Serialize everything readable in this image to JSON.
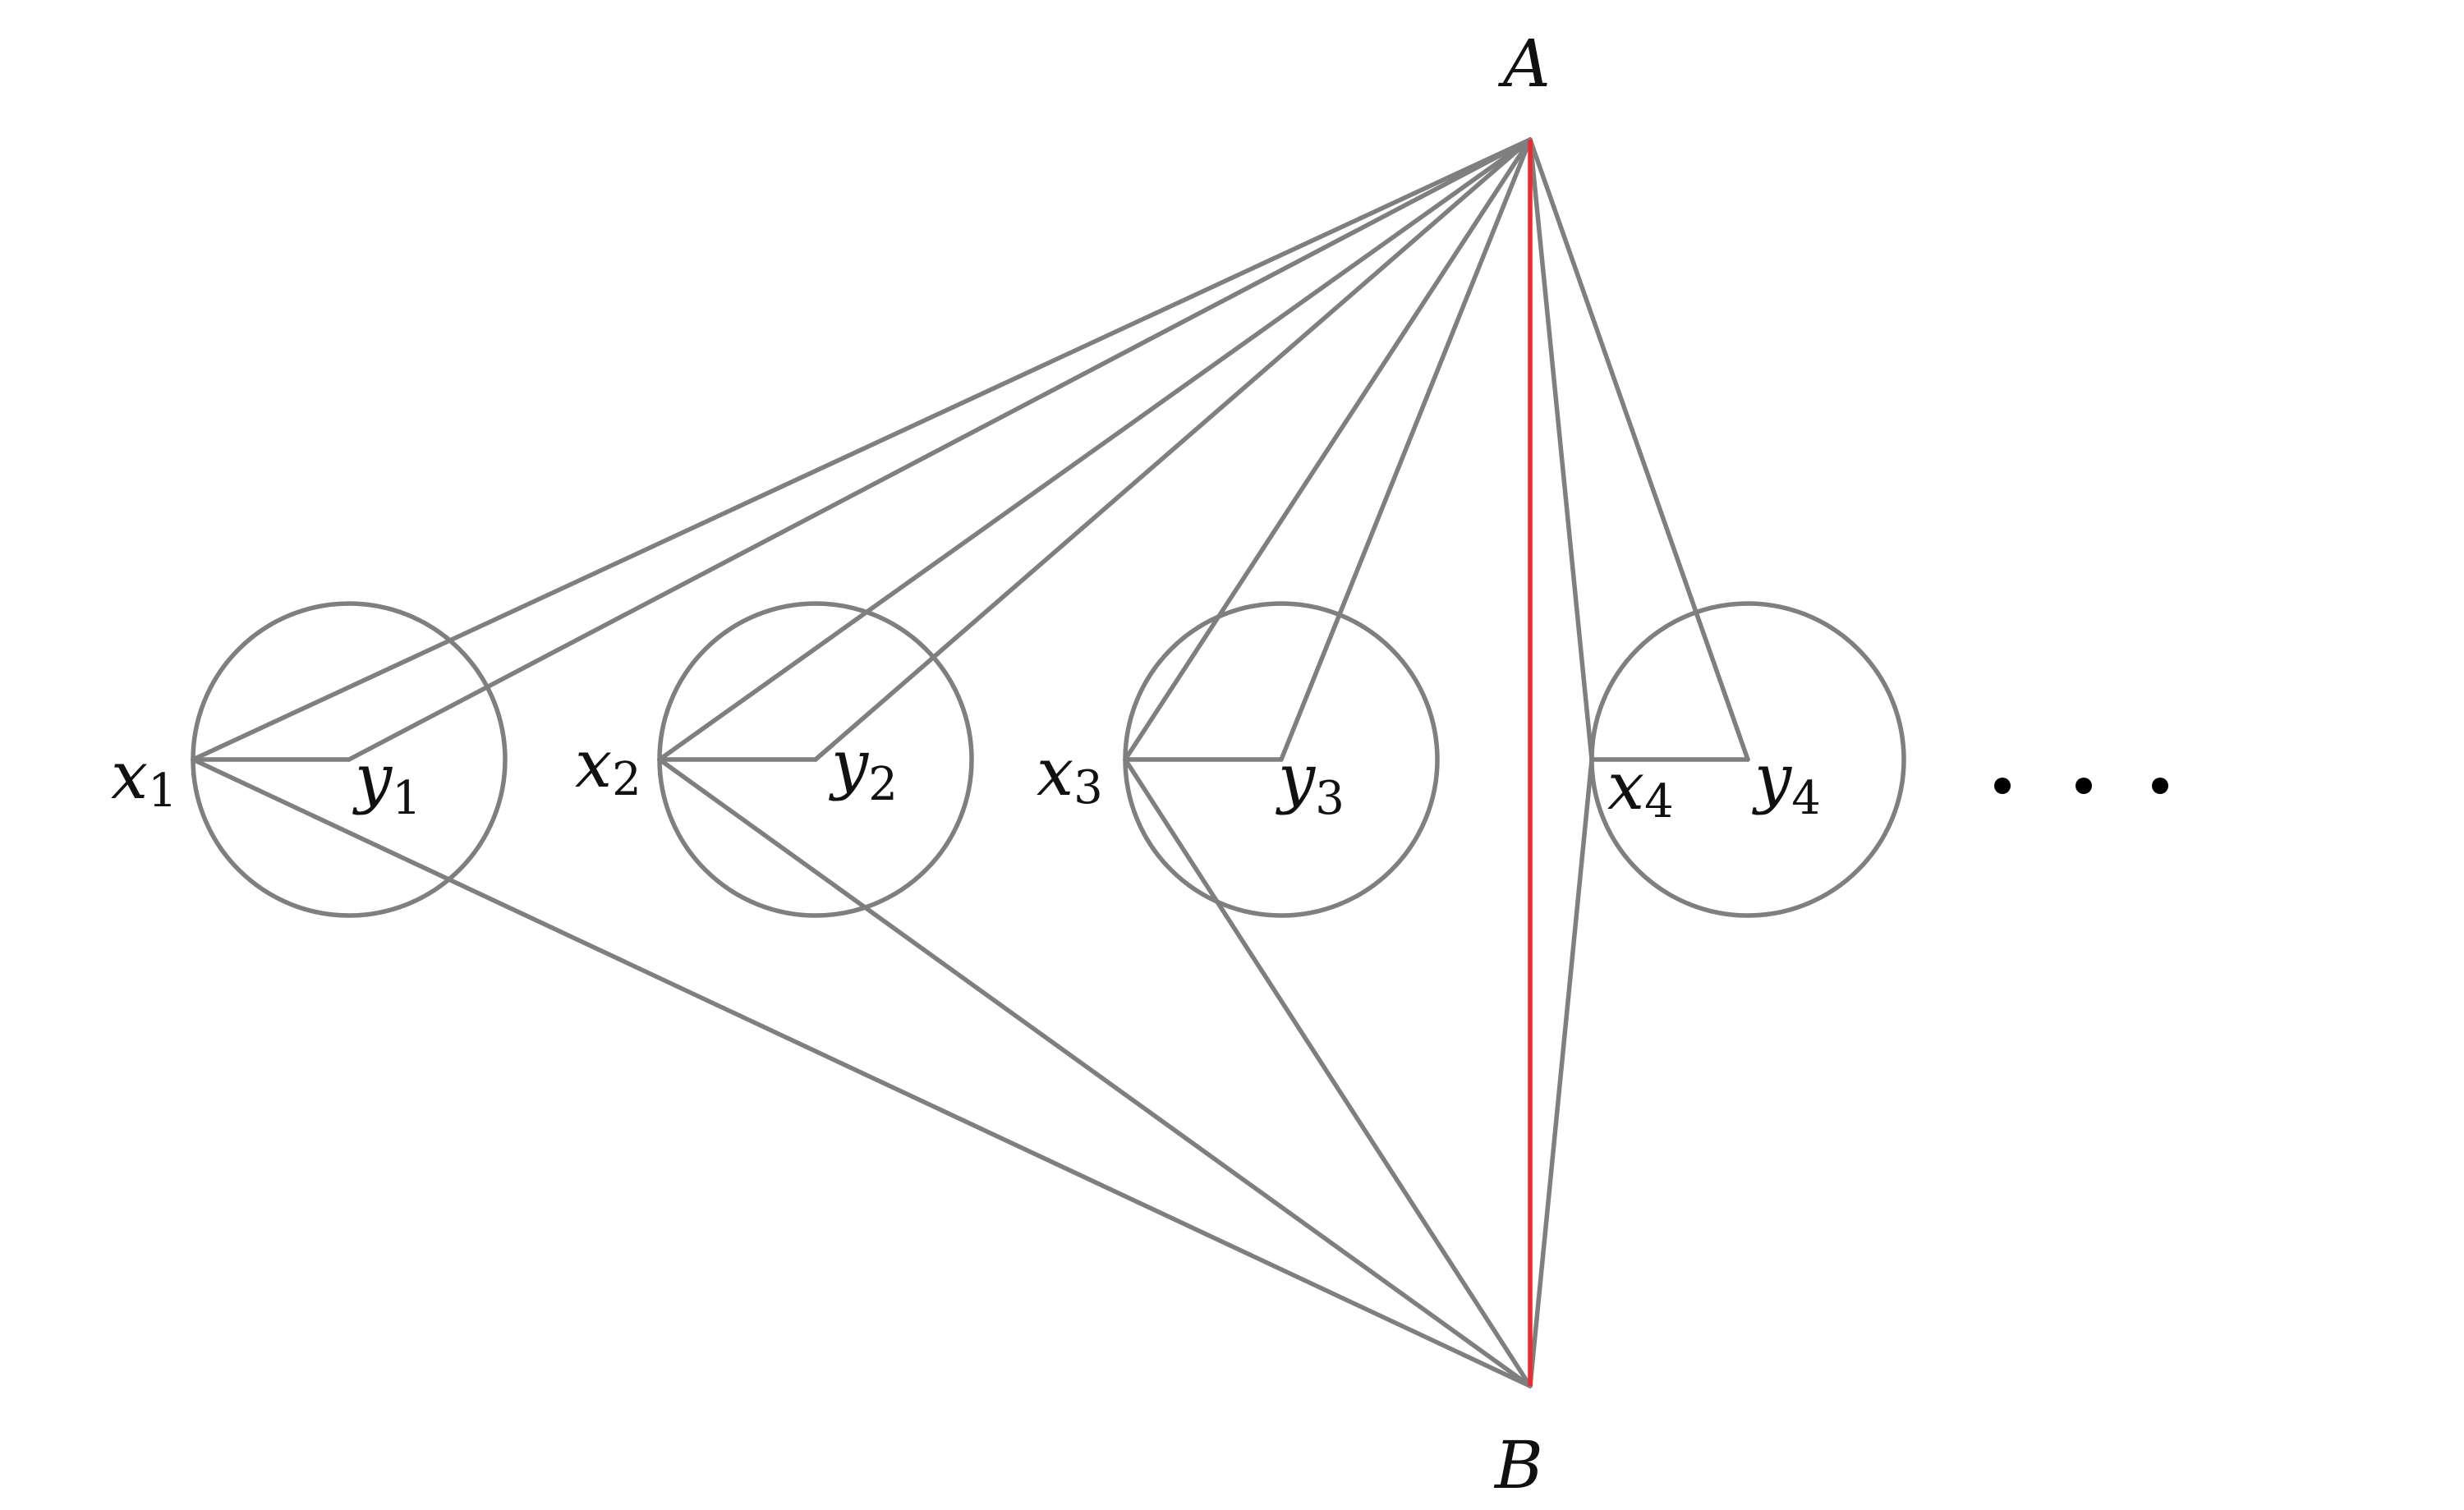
{
  "labels": {
    "A": "A",
    "B": "B",
    "x": "x",
    "y": "y",
    "subscripts": [
      "1",
      "2",
      "3",
      "4"
    ]
  },
  "colors": {
    "edge": "#7f7f7f",
    "highlight_edge": "#ee2a2f",
    "text": "#111111"
  },
  "gadgets": [
    {
      "x_label": "x",
      "x_sub": "1",
      "y_label": "y",
      "y_sub": "1"
    },
    {
      "x_label": "x",
      "x_sub": "2",
      "y_label": "y",
      "y_sub": "2"
    },
    {
      "x_label": "x",
      "x_sub": "3",
      "y_label": "y",
      "y_sub": "3"
    },
    {
      "x_label": "x",
      "x_sub": "4",
      "y_label": "y",
      "y_sub": "4"
    }
  ],
  "continuation": "..."
}
